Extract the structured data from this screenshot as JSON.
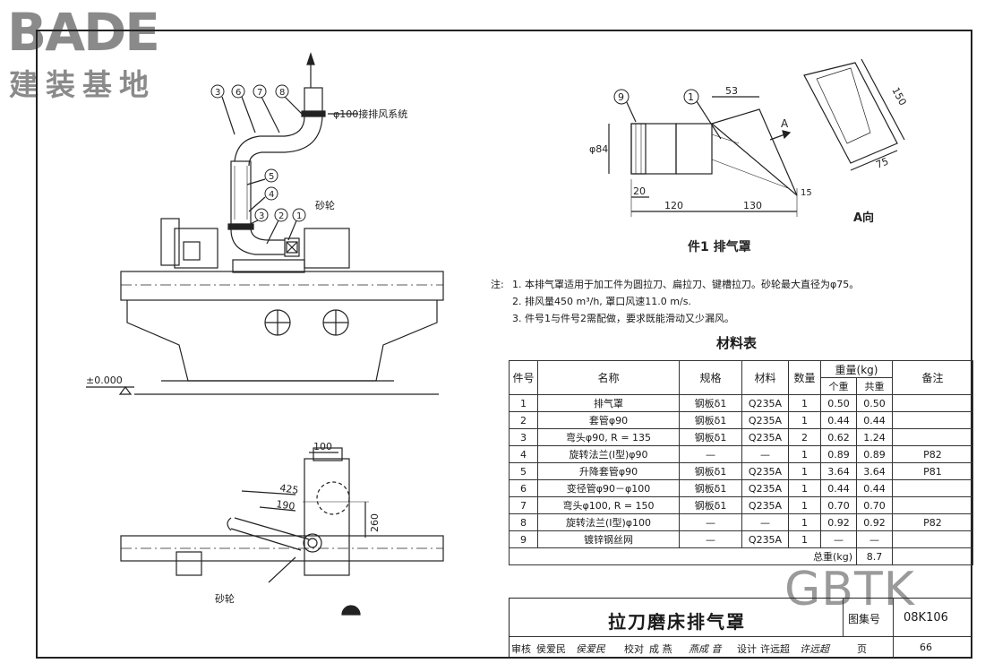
{
  "logo": {
    "word": "BADE",
    "cn": "建装基地"
  },
  "labels": {
    "exhaust_note": "φ100接排风系统",
    "grinding_wheel": "砂轮",
    "grinding_wheel2": "砂轮",
    "level": "±0.000",
    "callouts_top": [
      "3",
      "6",
      "7",
      "8"
    ],
    "callout_5": "5",
    "callout_4": "4",
    "callouts_bottom": [
      "3",
      "2",
      "1"
    ]
  },
  "plan_dims": {
    "d100": "100",
    "d425": "425",
    "d190": "190",
    "d260": "260"
  },
  "detail": {
    "title": "件1  排气罩",
    "callout_9": "9",
    "callout_1": "1",
    "dim_phi84": "φ84",
    "dim_53": "53",
    "dim_20": "20",
    "dim_120": "120",
    "dim_130": "130",
    "dim_15": "15",
    "arrow_a": "A",
    "view_a": "A向",
    "dim_150": "150",
    "dim_75": "75"
  },
  "notes": {
    "lead": "注:",
    "items": [
      "1. 本排气罩适用于加工件为圆拉刀、扁拉刀、键槽拉刀。砂轮最大直径为φ75。",
      "2. 排风量450 m³/h, 罩口风速11.0 m/s.",
      "3. 件号1与件号2需配做，要求既能滑动又少漏风。"
    ]
  },
  "materials": {
    "title": "材料表",
    "headers": {
      "no": "件号",
      "name": "名称",
      "spec": "规格",
      "material": "材料",
      "qty": "数量",
      "weight": "重量(kg)",
      "unit": "个重",
      "total": "共重",
      "remark": "备注"
    },
    "rows": [
      [
        "1",
        "排气罩",
        "钢板δ1",
        "Q235A",
        "1",
        "0.50",
        "0.50",
        ""
      ],
      [
        "2",
        "套管φ90",
        "钢板δ1",
        "Q235A",
        "1",
        "0.44",
        "0.44",
        ""
      ],
      [
        "3",
        "弯头φ90, R = 135",
        "钢板δ1",
        "Q235A",
        "2",
        "0.62",
        "1.24",
        ""
      ],
      [
        "4",
        "旋转法兰(Ⅰ型)φ90",
        "—",
        "—",
        "1",
        "0.89",
        "0.89",
        "P82"
      ],
      [
        "5",
        "升降套管φ90",
        "钢板δ1",
        "Q235A",
        "1",
        "3.64",
        "3.64",
        "P81"
      ],
      [
        "6",
        "变径管φ90－φ100",
        "钢板δ1",
        "Q235A",
        "1",
        "0.44",
        "0.44",
        ""
      ],
      [
        "7",
        "弯头φ100, R = 150",
        "钢板δ1",
        "Q235A",
        "1",
        "0.70",
        "0.70",
        ""
      ],
      [
        "8",
        "旋转法兰(Ⅰ型)φ100",
        "—",
        "—",
        "1",
        "0.92",
        "0.92",
        "P82"
      ],
      [
        "9",
        "镀锌钢丝网",
        "—",
        "Q235A",
        "1",
        "—",
        "—",
        ""
      ]
    ],
    "total_label": "总重(kg)",
    "total_value": "8.7"
  },
  "watermark": "GBTK",
  "titleblock": {
    "title": "拉刀磨床排气罩",
    "atlas_label": "图集号",
    "atlas_no": "08K106",
    "review_label": "审核",
    "reviewer": "侯爱民",
    "reviewer_sig": "侯爱民",
    "check_label": "校对",
    "checker": "成    燕",
    "checker_sig": "燕成   音",
    "design_label": "设计",
    "designer": "许远超",
    "designer_sig": "许远超",
    "page_label": "页",
    "page_no": "66"
  }
}
